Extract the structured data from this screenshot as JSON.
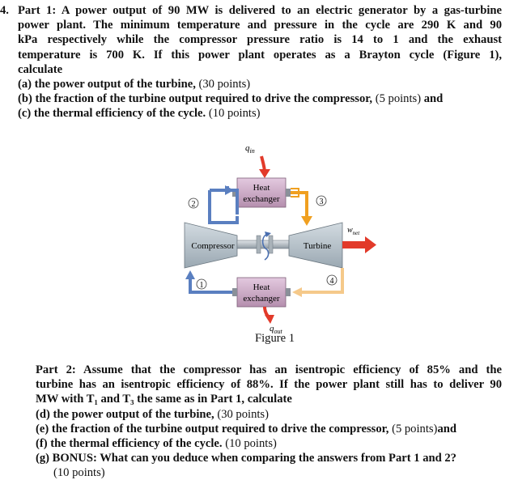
{
  "part1": {
    "number": "4.",
    "intro_lines": [
      "Part 1: A power output of 90 MW is delivered to an electric generator by a gas-turbine",
      "power plant. The minimum temperature and pressure in the cycle are 290 K and 90",
      "kPa respectively while the compressor pressure ratio is 14 to 1 and the exhaust",
      "temperature is 700 K. If this power plant operates as a Brayton cycle (Figure 1),",
      "calculate"
    ],
    "items": [
      {
        "text": "(a) the power output of the turbine,",
        "points": "(30 points)"
      },
      {
        "text": "(b) the fraction of the turbine output required to drive the compressor,",
        "points": "(5 points)",
        "tail": "and"
      },
      {
        "text": "(c) the thermal efficiency of the cycle.",
        "points": "(10 points)"
      }
    ]
  },
  "figure": {
    "caption": "Figure 1",
    "labels": {
      "q_in": "q",
      "q_in_sub": "in",
      "q_out": "q",
      "q_out_sub": "out",
      "w_net": "w",
      "w_net_sub": "net",
      "heat_exchanger_line1": "Heat",
      "heat_exchanger_line2": "exchanger",
      "compressor": "Compressor",
      "turbine": "Turbine",
      "state1": "1",
      "state2": "2",
      "state3": "3",
      "state4": "4"
    },
    "colors": {
      "heat_exchanger": "#c9a8c4",
      "machine": "#b9c4cc",
      "cold_pipe": "#5a7fc0",
      "hot_pipe": "#f0a020",
      "exhaust_pipe": "#f5c98a",
      "heat_arrow": "#e23a2a"
    }
  },
  "part2": {
    "intro_lines": [
      "Part 2: Assume that the compressor has an isentropic efficiency of 85% and the",
      "turbine has an isentropic efficiency of 88%. If the power plant still has to deliver 90",
      "MW with T₁ and T₃ the same as in Part 1, calculate"
    ],
    "items": [
      {
        "text": "(d) the power output of the turbine,",
        "points": "(30 points)"
      },
      {
        "text": "(e) the fraction of the turbine output required to drive the compressor,",
        "points": "(5 points)",
        "tail": "and"
      },
      {
        "text": "(f) the thermal efficiency of the cycle.",
        "points": "(10 points)"
      },
      {
        "text": "(g) BONUS: What can you deduce when comparing the answers from Part 1 and 2?",
        "points": ""
      },
      {
        "text": "",
        "points": "(10 points)"
      }
    ]
  }
}
